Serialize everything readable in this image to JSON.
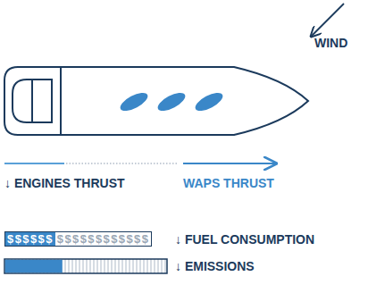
{
  "diagram": {
    "labels": [
      "WIND",
      "↓ ENGINES THRUST",
      "WAPS THRUST",
      "$$$$$$",
      "$$$$$$$$$$$$",
      "↓ FUEL CONSUMPTION",
      "↓ EMISSIONS"
    ]
  }
}
